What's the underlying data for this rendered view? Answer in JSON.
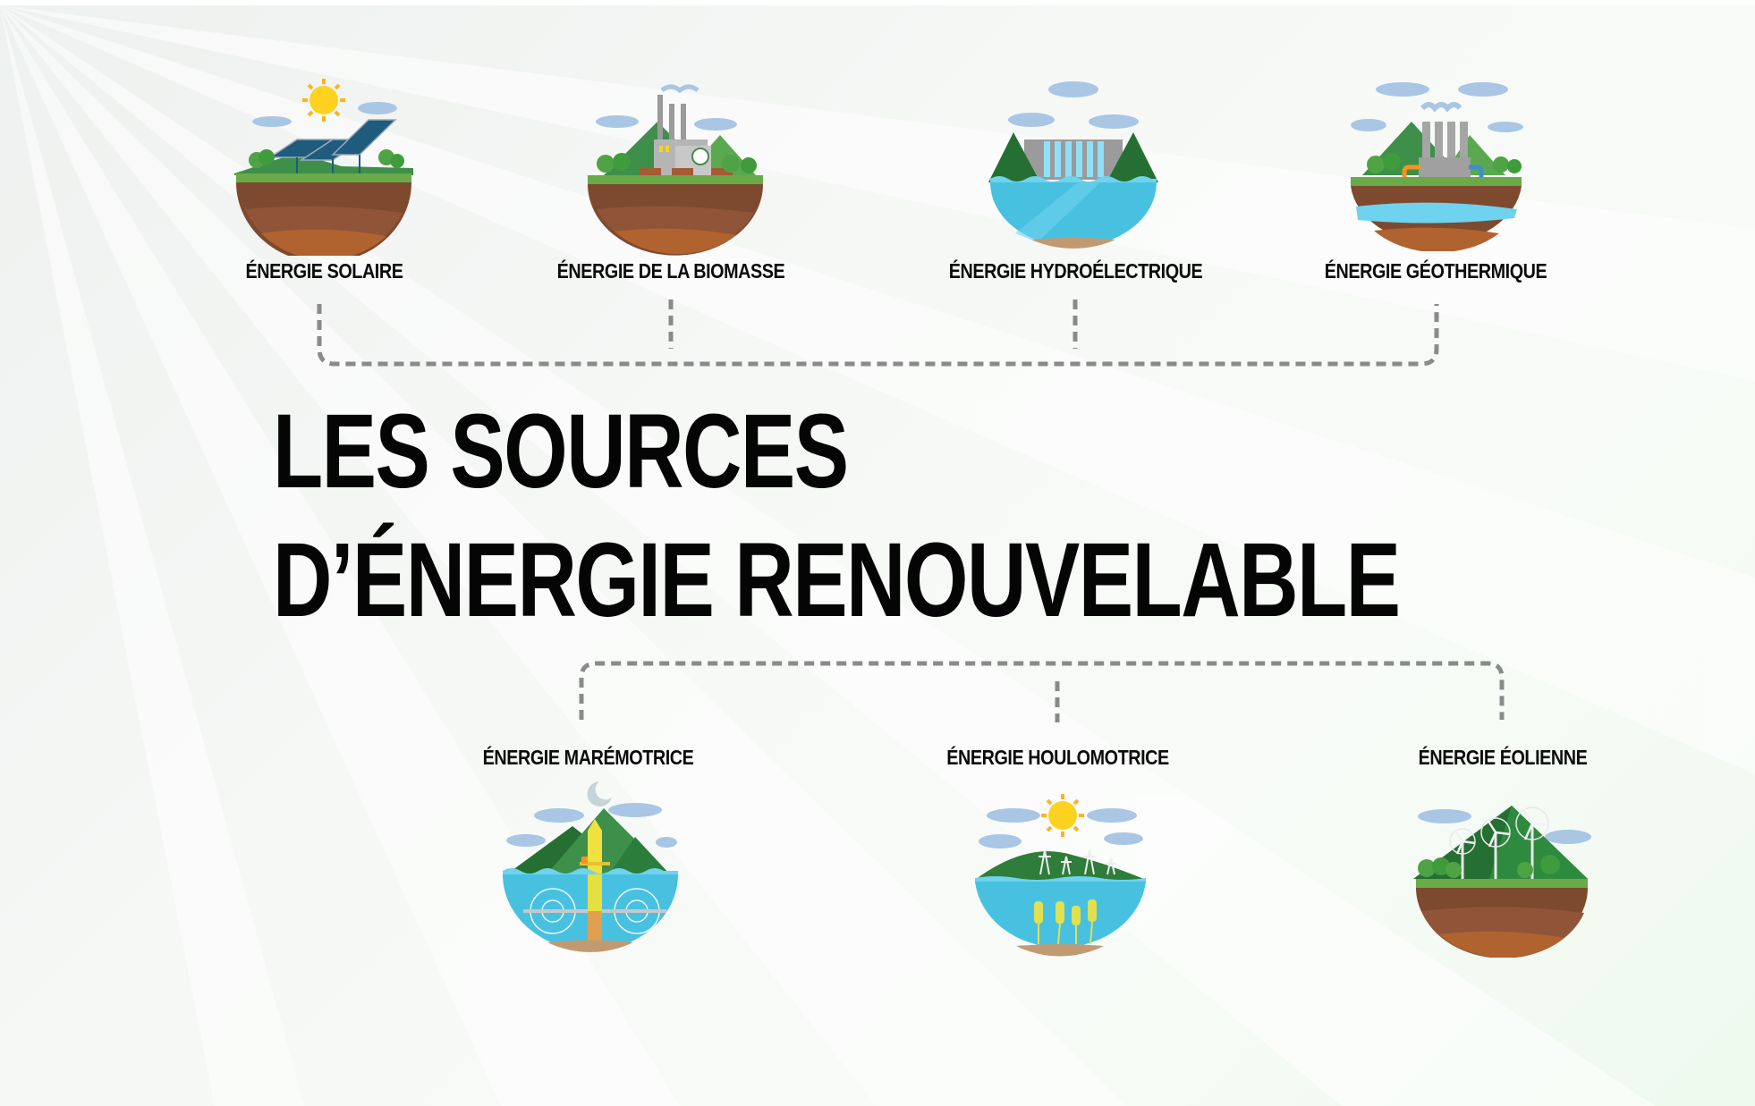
{
  "title": {
    "line1": "LES SOURCES",
    "line2": "D’ÉNERGIE RENOUVELABLE"
  },
  "top_row": [
    {
      "id": "solaire",
      "label": "ÉNERGIE SOLAIRE",
      "icon": "solar-panel-icon"
    },
    {
      "id": "biomasse",
      "label": "ÉNERGIE DE LA BIOMASSE",
      "icon": "biomass-plant-icon"
    },
    {
      "id": "hydro",
      "label": "ÉNERGIE HYDROÉLECTRIQUE",
      "icon": "hydroelectric-dam-icon"
    },
    {
      "id": "geothermique",
      "label": "ÉNERGIE GÉOTHERMIQUE",
      "icon": "geothermal-plant-icon"
    }
  ],
  "bottom_row": [
    {
      "id": "maremotrice",
      "label": "ÉNERGIE MARÉMOTRICE",
      "icon": "tidal-turbine-icon"
    },
    {
      "id": "houlomotrice",
      "label": "ÉNERGIE HOULOMOTRICE",
      "icon": "wave-energy-icon"
    },
    {
      "id": "eolienne",
      "label": "ÉNERGIE ÉOLIENNE",
      "icon": "wind-turbine-icon"
    }
  ],
  "colors": {
    "connector": "#8a8a8a",
    "text": "#0b0b0b",
    "grass": "#6aaa48",
    "soil_top": "#7d4a30",
    "soil_mid": "#905538",
    "soil_bottom": "#b0622f",
    "water": "#48c1e0",
    "water_light": "#6fd2ee",
    "mountain_dark": "#256f33",
    "mountain": "#3d8f4a",
    "cloud": "#a9c6e4",
    "sun": "#ffd21f"
  }
}
